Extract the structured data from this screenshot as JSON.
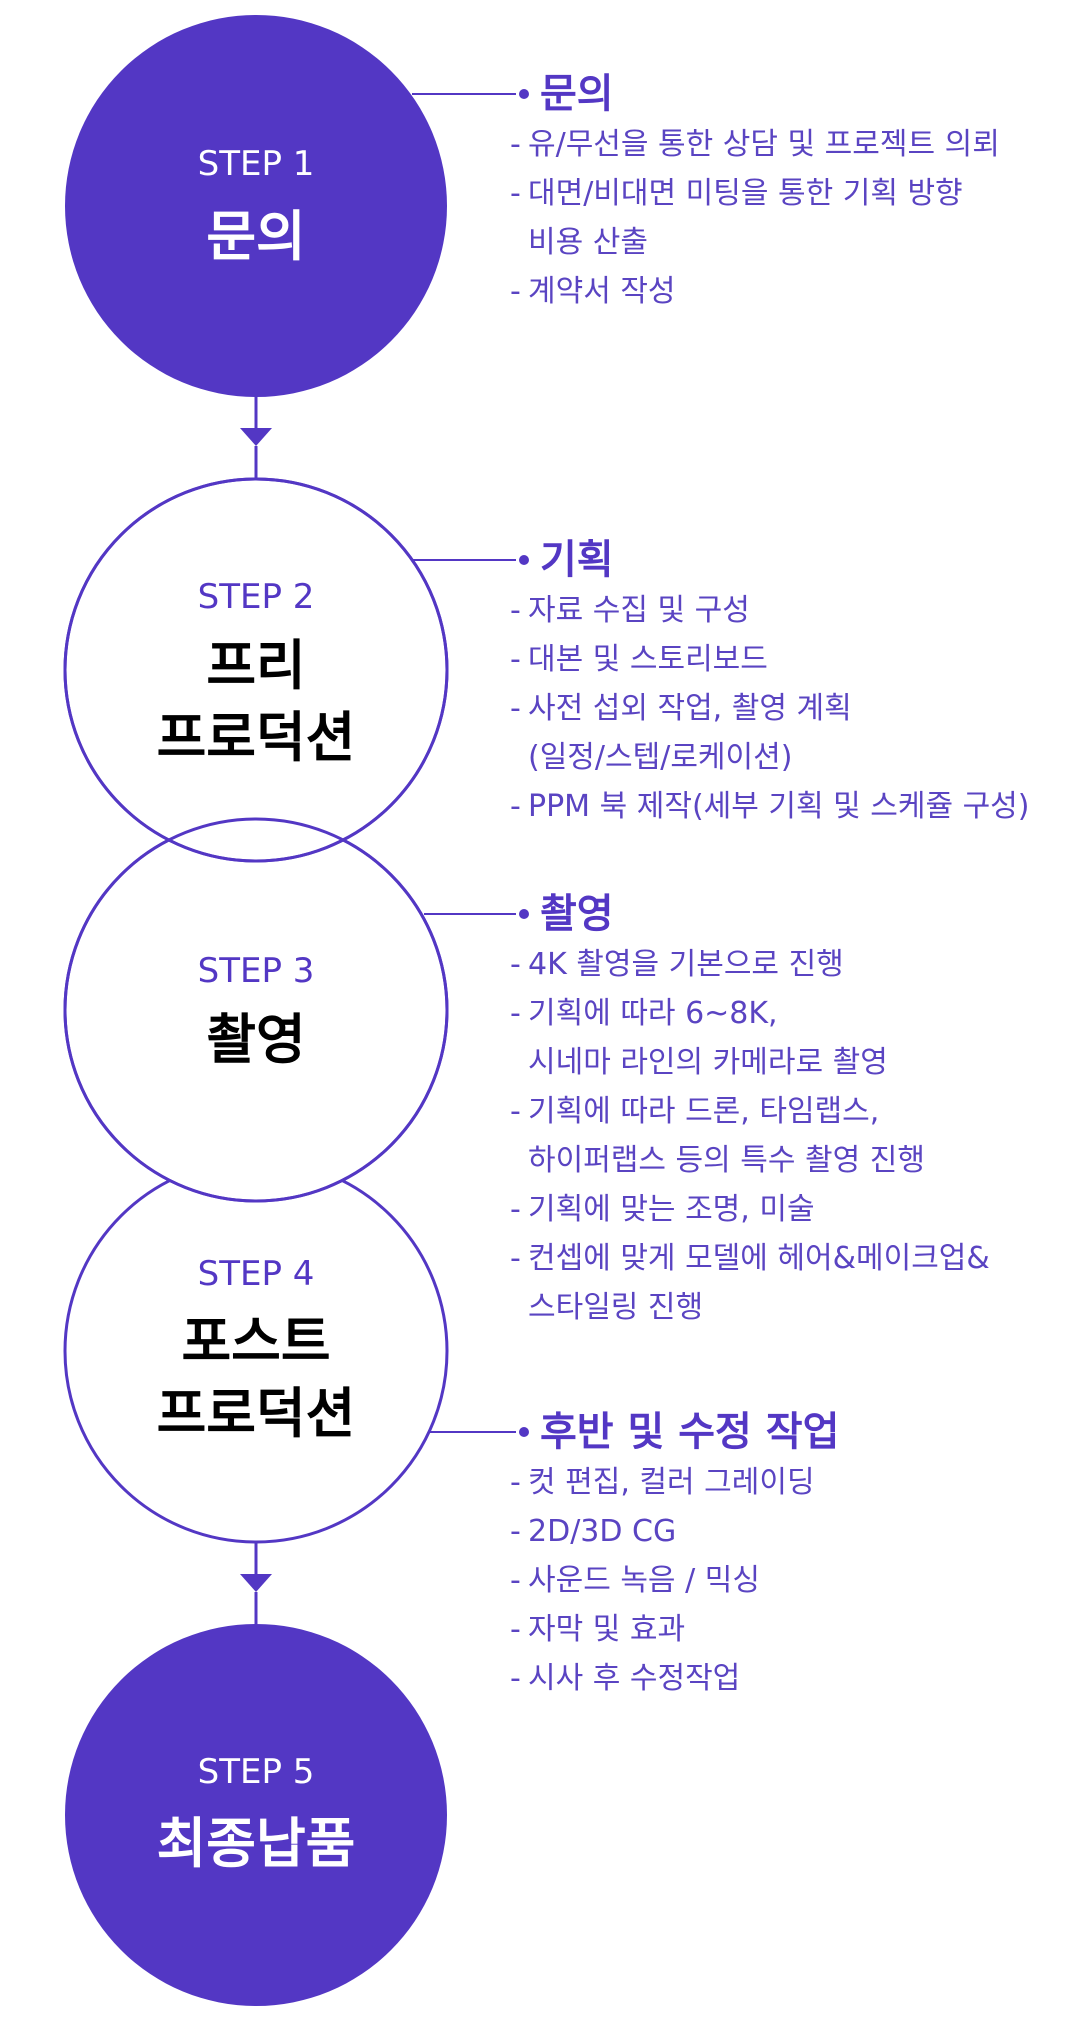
{
  "colors": {
    "primary": "#5337c4",
    "text_light": "#5a44c2",
    "filled_text": "#ffffff",
    "outline_text": "#000000"
  },
  "steps": [
    {
      "step_label": "STEP 1",
      "title_lines": [
        "문의"
      ],
      "style": "filled",
      "heading": "문의",
      "items": [
        [
          "유/무선을 통한 상담 및 프로젝트 의뢰"
        ],
        [
          "대면/비대면 미팅을 통한 기획 방향",
          "비용 산출"
        ],
        [
          "계약서 작성"
        ]
      ]
    },
    {
      "step_label": "STEP 2",
      "title_lines": [
        "프리",
        "프로덕션"
      ],
      "style": "outline",
      "heading": "기획",
      "items": [
        [
          "자료 수집 및 구성"
        ],
        [
          "대본 및 스토리보드"
        ],
        [
          "사전 섭외 작업, 촬영 계획",
          "(일정/스텝/로케이션)"
        ],
        [
          "PPM 북 제작(세부 기획 및 스케쥴 구성)"
        ]
      ]
    },
    {
      "step_label": "STEP 3",
      "title_lines": [
        "촬영"
      ],
      "style": "outline",
      "heading": "촬영",
      "items": [
        [
          "4K 촬영을 기본으로 진행"
        ],
        [
          "기획에 따라 6~8K,",
          "시네마 라인의 카메라로 촬영"
        ],
        [
          "기획에 따라 드론, 타임랩스,",
          "하이퍼랩스 등의 특수 촬영 진행"
        ],
        [
          "기획에 맞는 조명, 미술"
        ],
        [
          "컨셉에 맞게 모델에 헤어&메이크업&",
          "스타일링 진행"
        ]
      ]
    },
    {
      "step_label": "STEP 4",
      "title_lines": [
        "포스트",
        "프로덕션"
      ],
      "style": "outline",
      "heading": "후반 및 수정 작업",
      "items": [
        [
          "컷 편집, 컬러 그레이딩"
        ],
        [
          "2D/3D CG"
        ],
        [
          "사운드 녹음 / 믹싱"
        ],
        [
          "자막 및 효과"
        ],
        [
          "시사 후 수정작업"
        ]
      ]
    },
    {
      "step_label": "STEP 5",
      "title_lines": [
        "최종납품"
      ],
      "style": "filled",
      "heading": "",
      "items": []
    }
  ]
}
